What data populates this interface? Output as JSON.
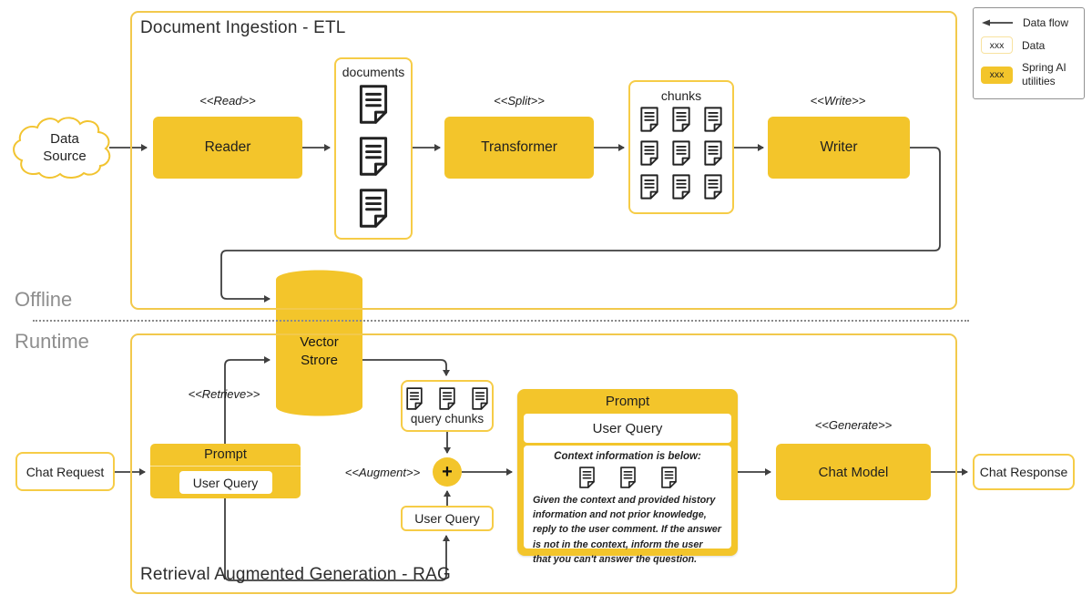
{
  "titles": {
    "etl": "Document Ingestion - ETL",
    "rag": "Retrieval Augmented Generation - RAG",
    "offline": "Offline",
    "runtime": "Runtime"
  },
  "legend": {
    "data_flow": "Data flow",
    "data_sample": "xxx",
    "data_label": "Data",
    "spring_sample": "xxx",
    "spring_label": "Spring AI\nutilities"
  },
  "etl": {
    "data_source": "Data\nSource",
    "read": "<<Read>>",
    "reader": "Reader",
    "documents": "documents",
    "split": "<<Split>>",
    "transformer": "Transformer",
    "chunks": "chunks",
    "write": "<<Write>>",
    "writer": "Writer"
  },
  "store": {
    "label": "Vector\nStrore"
  },
  "rag": {
    "chat_request": "Chat Request",
    "retrieve": "<<Retrieve>>",
    "prompt_small_title": "Prompt",
    "prompt_small_user_query": "User Query",
    "query_chunks": "query chunks",
    "augment": "<<Augment>>",
    "plus": "+",
    "user_query_box": "User Query",
    "prompt_big_title": "Prompt",
    "prompt_big_user_query": "User Query",
    "context_heading": "Context information is below:",
    "instructions": "Given the context and provided history information and not prior knowledge, reply to the user comment. If the answer is not in the context, inform the user that you can't answer the question.",
    "generate": "<<Generate>>",
    "chat_model": "Chat Model",
    "chat_response": "Chat Response"
  },
  "colors": {
    "accent_yellow": "#F3C52B",
    "container_border": "#F2C94C",
    "flow_line": "#3F3F3F",
    "muted_text": "#8E8E8E"
  }
}
